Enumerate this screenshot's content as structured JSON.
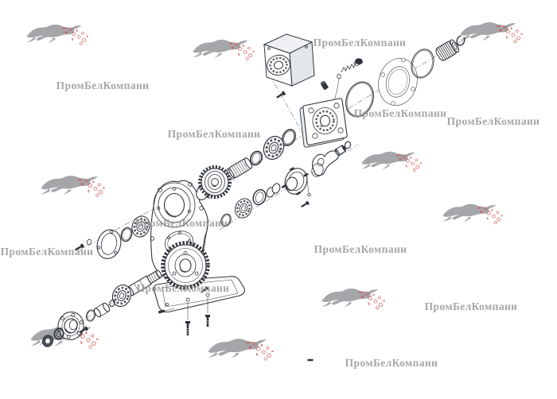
{
  "page": {
    "background_color": "#ffffff",
    "content": "exploded-parts-diagram-of-gearbox-assembly"
  },
  "watermark": {
    "text": "ПромБелКомпани",
    "text_color": "#9a9a9a",
    "text_count": 11,
    "logo": {
      "name": "leaping-jaguar-logo",
      "gray_color": "#8f9094",
      "accent_color": "#d25858",
      "count": 9
    }
  },
  "diagram": {
    "type": "exploded-parts-diagram",
    "line_color": "#31363d"
  }
}
